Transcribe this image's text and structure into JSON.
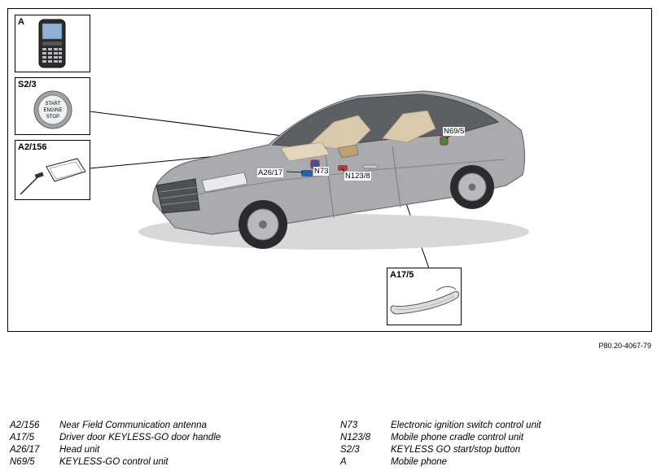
{
  "insets": {
    "phone": {
      "label": "A"
    },
    "button": {
      "label": "S2/3",
      "button_lines": [
        "START",
        "ENGINE",
        "STOP"
      ]
    },
    "antenna": {
      "label": "A2/156"
    },
    "handle": {
      "label": "A17/5"
    }
  },
  "callouts": {
    "a26_17": "A26/17",
    "n73": "N73",
    "n123_8": "N123/8",
    "n69_5": "N69/5"
  },
  "figure_ref": "P80.20-4067-79",
  "legend": {
    "left": [
      {
        "code": "A2/156",
        "desc": "Near Field Communication antenna"
      },
      {
        "code": "A17/5",
        "desc": "Driver door KEYLESS-GO door handle"
      },
      {
        "code": "A26/17",
        "desc": "Head unit"
      },
      {
        "code": "N69/5",
        "desc": "KEYLESS-GO control unit"
      }
    ],
    "right": [
      {
        "code": "N73",
        "desc": "Electronic ignition switch control unit"
      },
      {
        "code": "N123/8",
        "desc": "Mobile phone cradle control unit"
      },
      {
        "code": "S2/3",
        "desc": "KEYLESS GO start/stop button"
      },
      {
        "code": "A",
        "desc": "Mobile phone"
      }
    ]
  },
  "colors": {
    "car_body": "#a9abae",
    "car_dark": "#6e7074",
    "interior": "#d9c9ad",
    "component_blue": "#2f5fa8",
    "component_red": "#b23a3a",
    "component_green": "#3a8a4a"
  }
}
